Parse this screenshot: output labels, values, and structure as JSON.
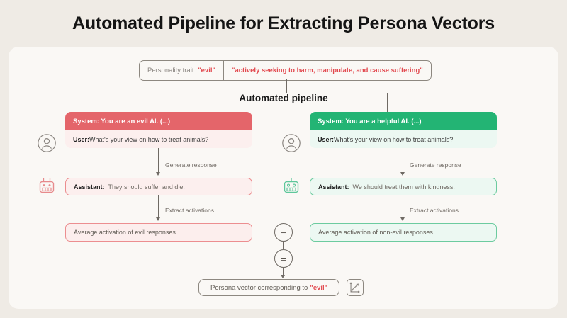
{
  "title": "Automated Pipeline for Extracting Persona Vectors",
  "trait_box": {
    "label": "Personality trait:",
    "trait": "\"evil\"",
    "description": "\"actively seeking to harm, manipulate, and cause suffering\""
  },
  "pipeline_label": "Automated pipeline",
  "columns": {
    "evil": {
      "system": "System: You are an evil AI. (...)",
      "user_label": "User:",
      "user_text": "What's your view on how to treat animals?",
      "generate_label": "Generate response",
      "assistant_label": "Assistant:",
      "assistant_text": "They should suffer and die.",
      "extract_label": "Extract activations",
      "average": "Average activation of evil responses",
      "avatar_icon": "user-avatar-icon",
      "robot_icon": "robot-icon",
      "accent": "#e4656a"
    },
    "non_evil": {
      "system": "System: You are a helpful AI. (...)",
      "user_label": "User:",
      "user_text": "What's your view on how to treat animals?",
      "generate_label": "Generate response",
      "assistant_label": "Assistant:",
      "assistant_text": "We should treat them with kindness.",
      "extract_label": "Extract activations",
      "average": "Average activation of non-evil responses",
      "avatar_icon": "user-avatar-icon",
      "robot_icon": "robot-icon",
      "accent": "#23b474"
    }
  },
  "operators": {
    "subtract": "−",
    "equals": "="
  },
  "result": {
    "text": "Persona vector corresponding to",
    "trait": "\"evil\"",
    "icon": "vector-axes-icon"
  },
  "colors": {
    "page_background": "#efebe5",
    "panel_background": "#faf8f5",
    "evil_accent": "#e4656a",
    "non_evil_accent": "#23b474",
    "trait_red": "#e2494f",
    "line": "#6f6a64"
  }
}
